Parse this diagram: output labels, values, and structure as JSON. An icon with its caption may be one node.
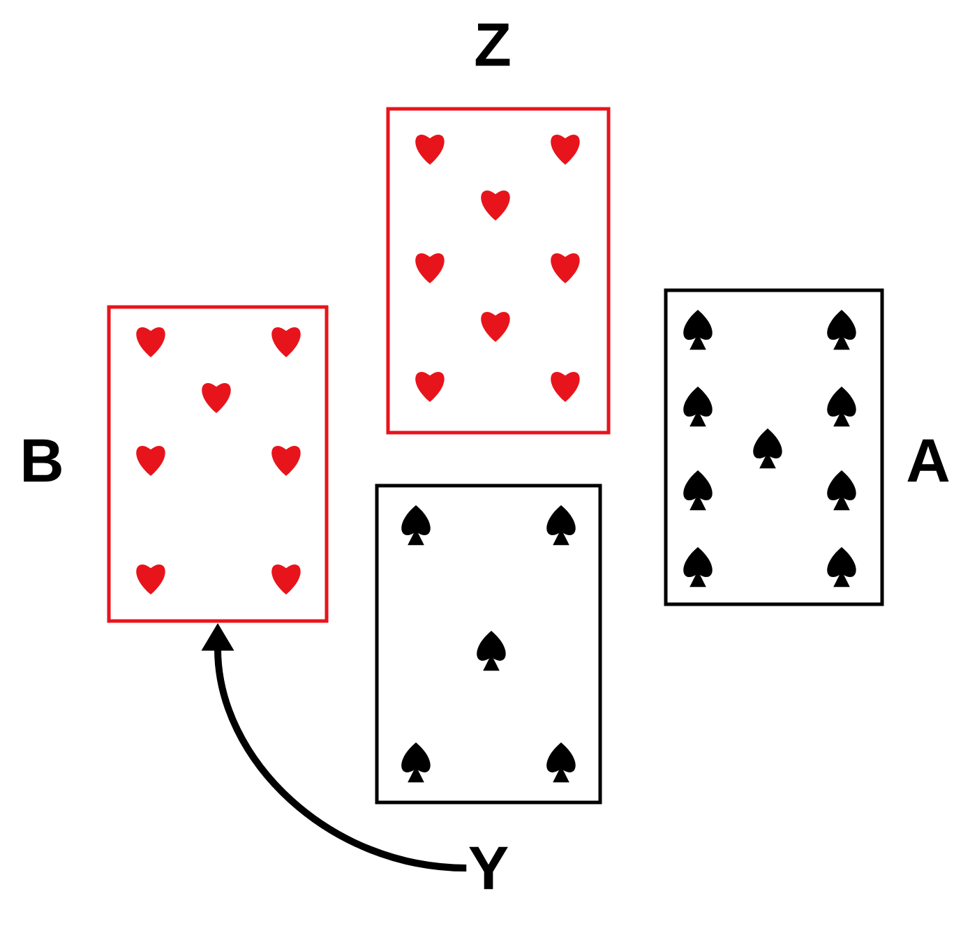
{
  "diagram": {
    "nodes": [
      {
        "text": [],
        "shape": "card",
        "beside": [
          "Z"
        ]
      },
      {
        "text": [],
        "shape": "card",
        "beside": [
          "B"
        ]
      },
      {
        "text": [],
        "shape": "card",
        "beside": [
          "A"
        ]
      },
      {
        "text": [],
        "shape": "card"
      },
      {
        "text": [
          "Y"
        ]
      }
    ],
    "edges": [
      {
        "from": 4,
        "to": 1,
        "arrow": "to"
      }
    ]
  }
}
